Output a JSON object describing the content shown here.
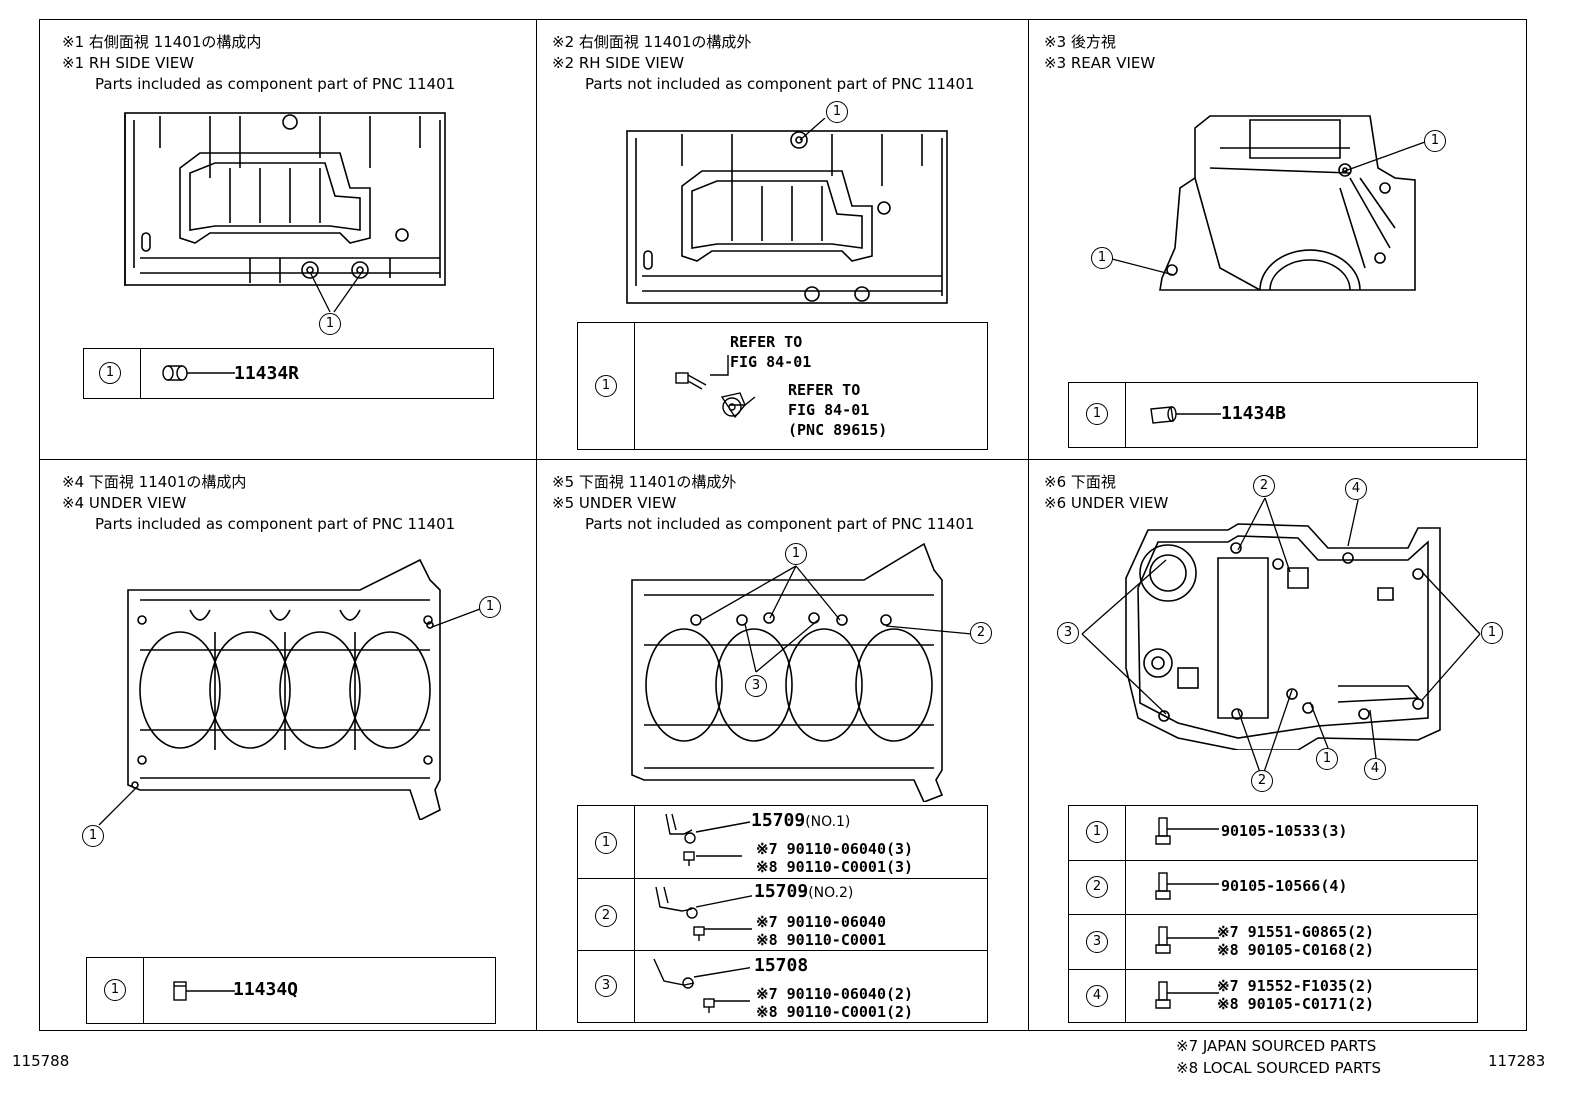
{
  "panels": {
    "p1": {
      "title_jp": "※1 右側面視 11401の構成内",
      "title_en": "※1 RH SIDE VIEW",
      "subtitle": "Parts included as component part of PNC 11401",
      "callouts": [
        "1"
      ],
      "rows": [
        {
          "key": "1",
          "part": "11434R"
        }
      ]
    },
    "p2": {
      "title_jp": "※2 右側面視 11401の構成外",
      "title_en": "※2 RH SIDE VIEW",
      "subtitle": "Parts not included as component part of PNC 11401",
      "callouts": [
        "1"
      ],
      "rows": [
        {
          "key": "1",
          "refer1_a": "REFER TO",
          "refer1_b": "FIG 84-01",
          "refer2_a": "REFER TO",
          "refer2_b": "FIG 84-01",
          "refer2_c": "(PNC 89615)"
        }
      ]
    },
    "p3": {
      "title_jp": "※3 後方視",
      "title_en": "※3 REAR VIEW",
      "callouts": [
        "1",
        "1"
      ],
      "rows": [
        {
          "key": "1",
          "part": "11434B"
        }
      ]
    },
    "p4": {
      "title_jp": "※4 下面視 11401の構成内",
      "title_en": "※4 UNDER VIEW",
      "subtitle": "Parts included as component part of PNC 11401",
      "callouts": [
        "1",
        "1"
      ],
      "rows": [
        {
          "key": "1",
          "part": "11434Q"
        }
      ]
    },
    "p5": {
      "title_jp": "※5 下面視 11401の構成外",
      "title_en": "※5 UNDER VIEW",
      "subtitle": "Parts not included as component part of PNC 11401",
      "callouts": [
        "1",
        "2",
        "3"
      ],
      "rows": [
        {
          "key": "1",
          "part": "15709",
          "note": "(NO.1)",
          "l1": "※7 90110-06040(3)",
          "l2": "※8 90110-C0001(3)"
        },
        {
          "key": "2",
          "part": "15709",
          "note": "(NO.2)",
          "l1": "※7 90110-06040",
          "l2": "※8 90110-C0001"
        },
        {
          "key": "3",
          "part": "15708",
          "l1": "※7 90110-06040(2)",
          "l2": "※8 90110-C0001(2)"
        }
      ]
    },
    "p6": {
      "title_jp": "※6 下面視",
      "title_en": "※6 UNDER VIEW",
      "callouts": [
        "2",
        "4",
        "3",
        "1",
        "2",
        "1",
        "4"
      ],
      "rows": [
        {
          "key": "1",
          "part": "90105-10533(3)"
        },
        {
          "key": "2",
          "part": "90105-10566(4)"
        },
        {
          "key": "3",
          "l1": "※7 91551-G0865(2)",
          "l2": "※8 90105-C0168(2)"
        },
        {
          "key": "4",
          "l1": "※7 91552-F1035(2)",
          "l2": "※8 90105-C0171(2)"
        }
      ]
    }
  },
  "footer": {
    "left_code": "115788",
    "right_code": "117283",
    "note7": "※7 JAPAN SOURCED PARTS",
    "note8": "※8 LOCAL SOURCED PARTS"
  }
}
